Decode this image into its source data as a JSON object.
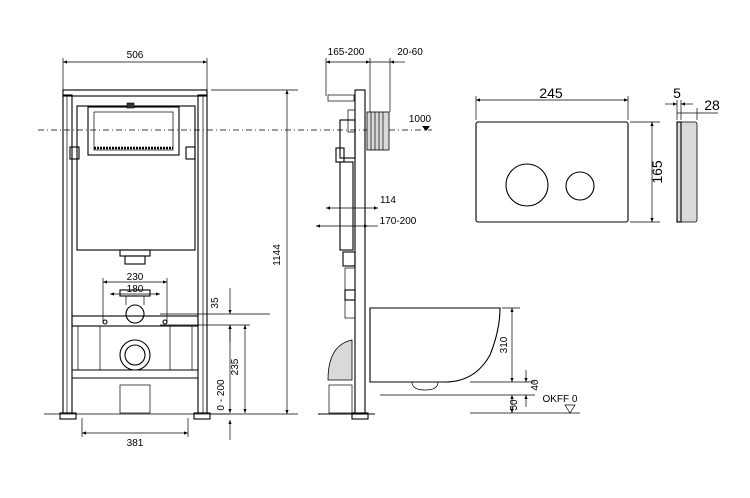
{
  "front_view": {
    "frame_width": "506",
    "height_total": "1144",
    "dim_230": "230",
    "dim_180": "180",
    "dim_35": "35",
    "dim_235": "235",
    "dim_0_200": "0 - 200",
    "dim_381": "381"
  },
  "side_view": {
    "depth_165_200": "165-200",
    "depth_20_60": "20-60",
    "height_1000": "1000",
    "dim_114": "114",
    "dim_170_200": "170-200",
    "dim_310": "310",
    "dim_40": "40",
    "dim_50": "50",
    "floor_label": "OKFF 0"
  },
  "flush_plate": {
    "width": "245",
    "height": "165",
    "thickness_5": "5",
    "thickness_28": "28"
  },
  "colors": {
    "line": "#000000",
    "fill_gray": "#d9d9d9",
    "background": "#ffffff"
  }
}
